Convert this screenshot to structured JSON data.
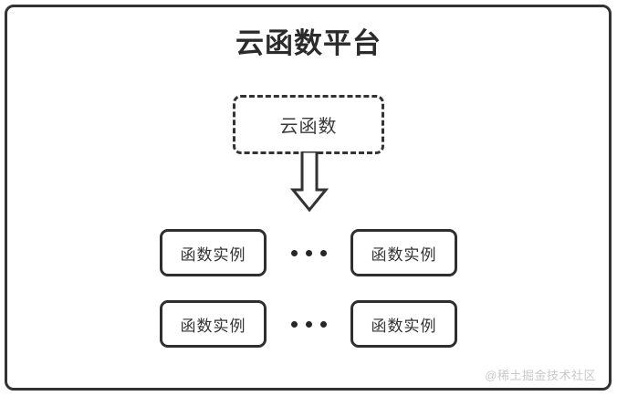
{
  "diagram": {
    "platform": {
      "title": "云函数平台"
    },
    "cloud_function": {
      "label": "云函数",
      "border_style": "dashed"
    },
    "arrow": {
      "name": "down-block-arrow",
      "direction": "down"
    },
    "instance_rows": [
      {
        "left_label": "函数实例",
        "ellipsis": "...",
        "right_label": "函数实例"
      },
      {
        "left_label": "函数实例",
        "ellipsis": "...",
        "right_label": "函数实例"
      }
    ],
    "watermark": "@稀土掘金技术社区",
    "colors": {
      "stroke": "#333333",
      "text": "#2b2b2b",
      "background": "#ffffff",
      "watermark": "#c9c9c9"
    }
  }
}
